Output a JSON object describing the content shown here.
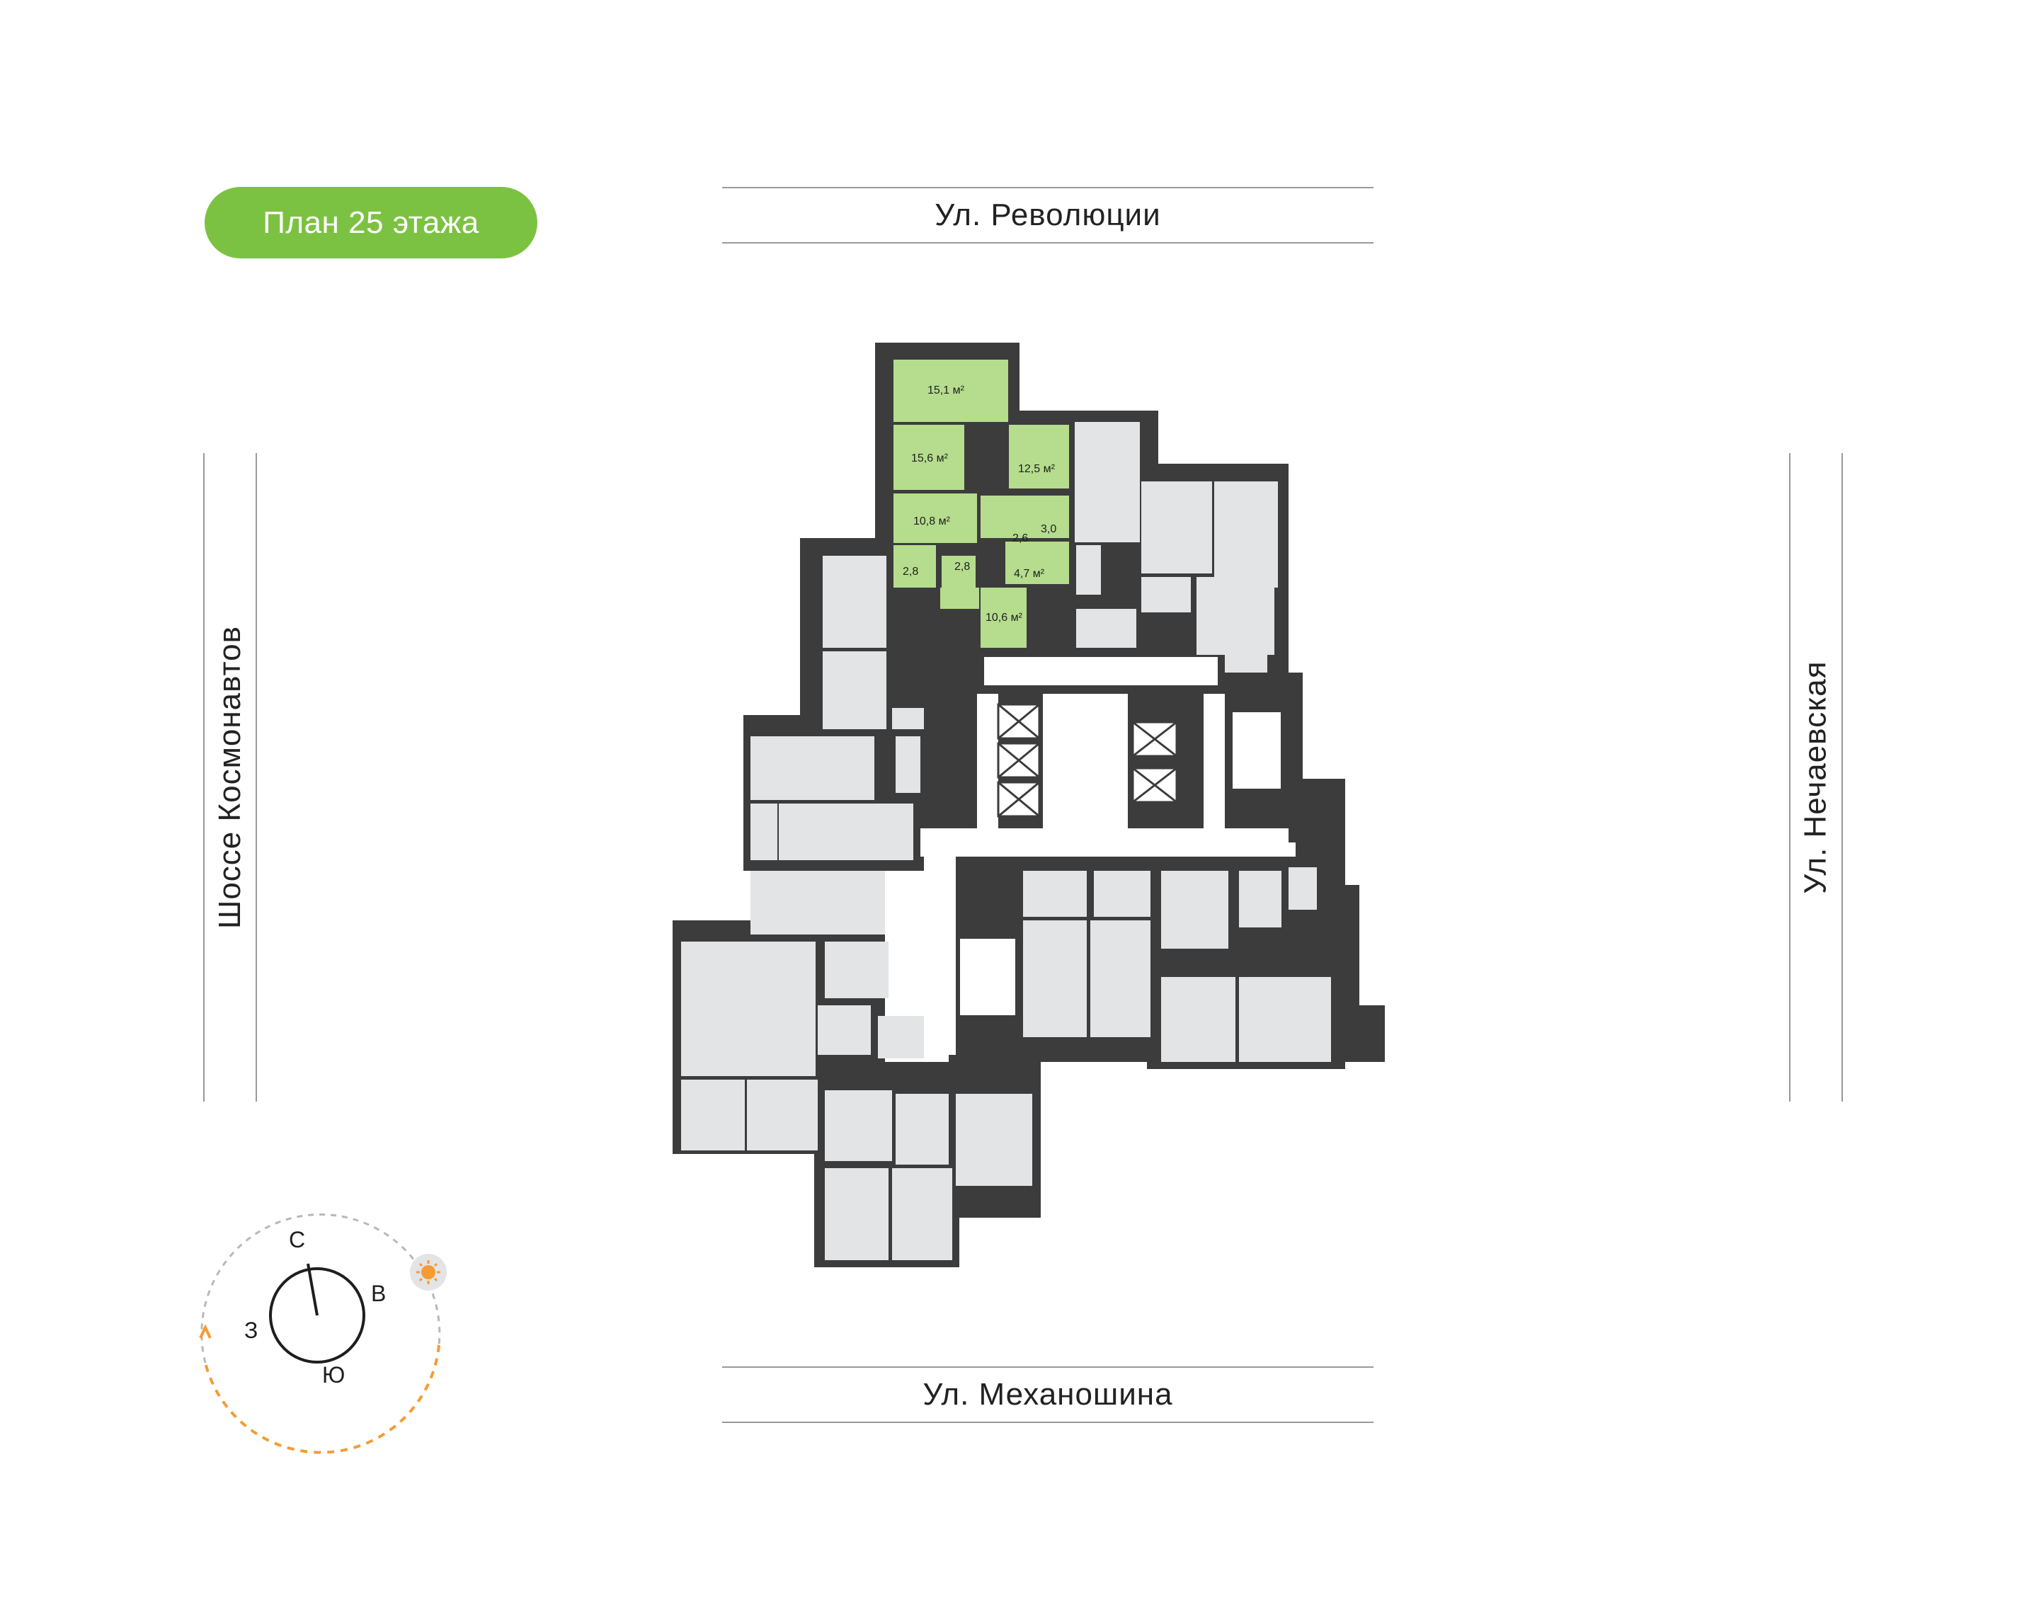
{
  "floor_badge": {
    "label": "План 25 этажа",
    "color": "#7cc242"
  },
  "streets": {
    "top": "Ул. Революции",
    "bottom": "Ул. Механошина",
    "left": "Шоссе Космонавтов",
    "right": "Ул. Нечаевская"
  },
  "colors": {
    "wall": "#3c3c3c",
    "room_gray": "#e3e4e6",
    "highlight": "#b5dd8d",
    "corridor": "#ffffff",
    "sun_path": "#f39c34"
  },
  "rooms": [
    {
      "id": "r1",
      "area": "15,1 м²"
    },
    {
      "id": "r2",
      "area": "15,6 м²"
    },
    {
      "id": "r3",
      "area": "12,5 м²"
    },
    {
      "id": "r4",
      "area": "10,8 м²"
    },
    {
      "id": "r5",
      "area": "2,6"
    },
    {
      "id": "r6",
      "area": "3,0"
    },
    {
      "id": "r7",
      "area": "2,8"
    },
    {
      "id": "r8",
      "area": "2,8"
    },
    {
      "id": "r9",
      "area": "4,7 м²"
    },
    {
      "id": "r10",
      "area": "10,6 м²"
    }
  ],
  "compass": {
    "north": "С",
    "east": "В",
    "south": "Ю",
    "west": "З",
    "sun_icon": "sun-icon"
  }
}
